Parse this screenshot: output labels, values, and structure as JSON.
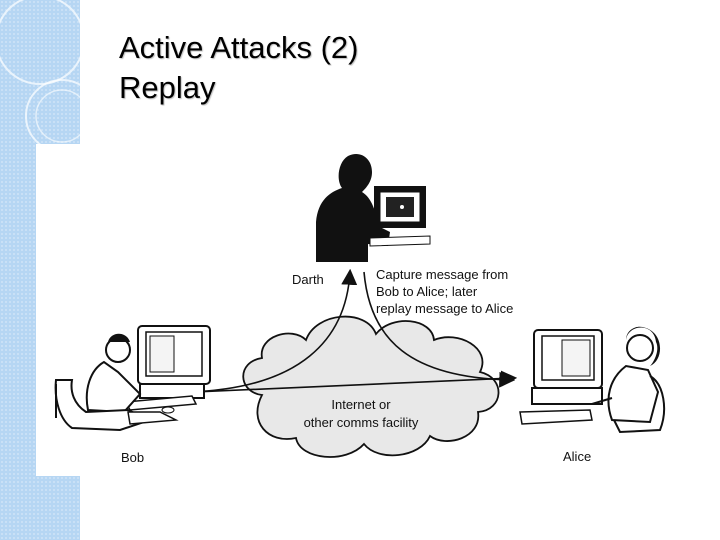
{
  "slide": {
    "title_line1": "Active Attacks (2)",
    "title_line2": "Replay"
  },
  "diagram": {
    "attacker_label": "Darth",
    "sender_label": "Bob",
    "receiver_label": "Alice",
    "caption_lines": [
      "Capture message from",
      "Bob to Alice; later",
      "replay message to Alice"
    ],
    "network_lines": [
      "Internet or",
      "other comms facility"
    ]
  },
  "colors": {
    "sidebar": "#b6d6f3",
    "cloud_fill": "#e8e8e8",
    "ink": "#111111"
  }
}
